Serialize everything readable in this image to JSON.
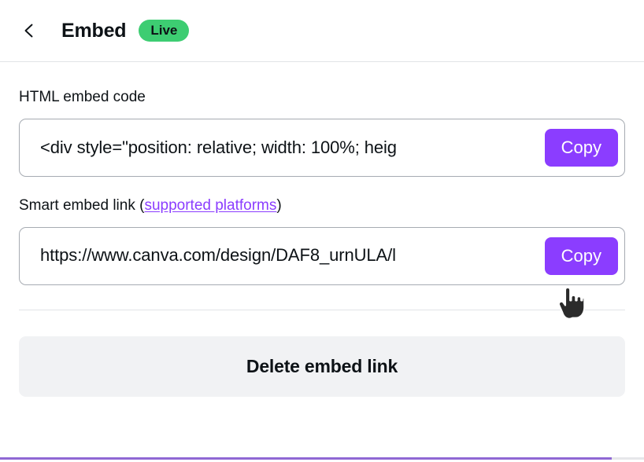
{
  "header": {
    "back_icon": "chevron-left-icon",
    "title": "Embed",
    "badge": "Live",
    "badge_color": "#3dcd72"
  },
  "fields": [
    {
      "label": "HTML embed code",
      "value": "<div style=\"position: relative; width: 100%; heig",
      "button_label": "Copy"
    }
  ],
  "smart_embed": {
    "label_prefix": "Smart embed link (",
    "link_text": "supported platforms",
    "label_suffix": ")",
    "value": "https://www.canva.com/design/DAF8_urnULA/l",
    "button_label": "Copy"
  },
  "delete": {
    "label": "Delete embed link"
  },
  "colors": {
    "accent_purple": "#8b3dff",
    "progress_purple": "#8f68d4",
    "surface_gray": "#f1f2f4",
    "divider": "#e1e4e7"
  },
  "progress": {
    "percent": 95
  },
  "cursor": {
    "icon": "pointing-hand-cursor"
  }
}
